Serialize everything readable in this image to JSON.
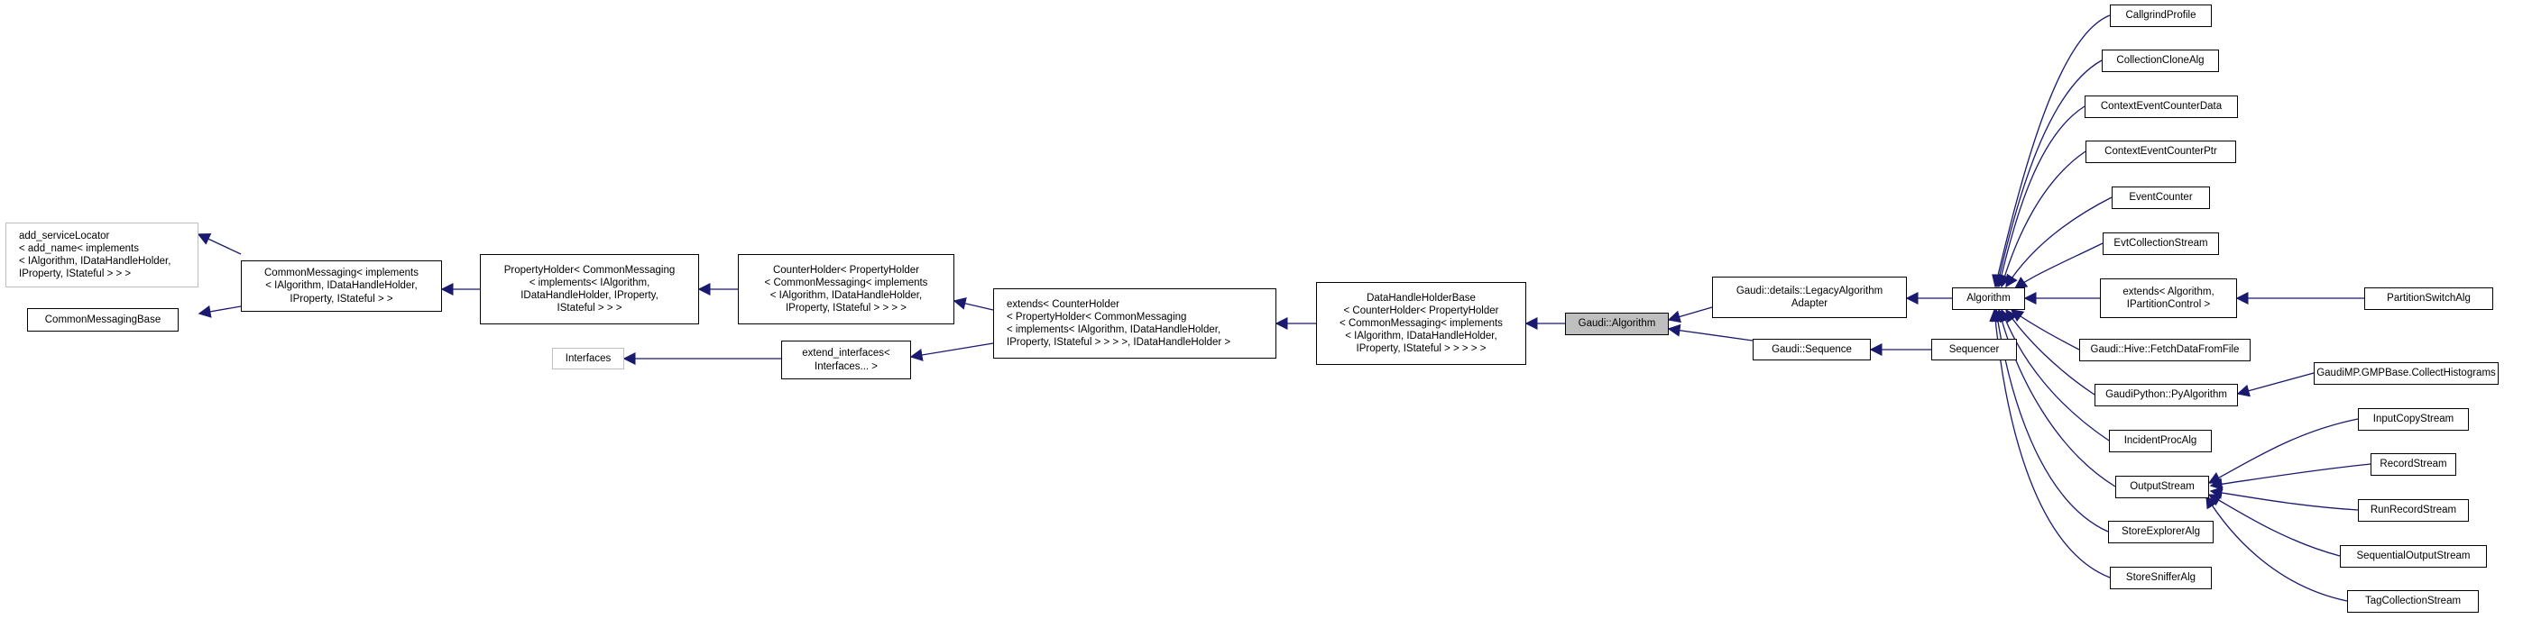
{
  "colors": {
    "edge": "#191970",
    "node_border": "#000000",
    "external_border": "#bfbfbf",
    "current_fill": "#bfbfbf"
  },
  "nodes": {
    "add_service_locator": "add_serviceLocator\n< add_name< implements\n< IAlgorithm, IDataHandleHolder,\nIProperty, IStateful > > >",
    "common_messaging_base": "CommonMessagingBase",
    "common_messaging": "CommonMessaging< implements\n< IAlgorithm, IDataHandleHolder,\nIProperty, IStateful > >",
    "property_holder": "PropertyHolder< CommonMessaging\n< implements< IAlgorithm,\nIDataHandleHolder, IProperty,\nIStateful > > >",
    "counter_holder": "CounterHolder< PropertyHolder\n< CommonMessaging< implements\n< IAlgorithm, IDataHandleHolder,\nIProperty, IStateful > > > >",
    "interfaces": "Interfaces",
    "extend_interfaces": "extend_interfaces<\nInterfaces... >",
    "extends_counter_holder": "extends< CounterHolder\n< PropertyHolder< CommonMessaging\n< implements< IAlgorithm, IDataHandleHolder,\nIProperty, IStateful > > > >, IDataHandleHolder >",
    "data_handle_holder_base": "DataHandleHolderBase\n< CounterHolder< PropertyHolder\n< CommonMessaging< implements\n< IAlgorithm, IDataHandleHolder,\nIProperty, IStateful > > > > >",
    "gaudi_algorithm": "Gaudi::Algorithm",
    "legacy_algorithm_adapter": "Gaudi::details::LegacyAlgorithm\nAdapter",
    "gaudi_sequence": "Gaudi::Sequence",
    "sequencer": "Sequencer",
    "algorithm": "Algorithm",
    "callgrind_profile": "CallgrindProfile",
    "collection_clone_alg": "CollectionCloneAlg",
    "context_event_counter_data": "ContextEventCounterData",
    "context_event_counter_ptr": "ContextEventCounterPtr",
    "event_counter": "EventCounter",
    "evt_collection_stream": "EvtCollectionStream",
    "extends_algorithm": "extends< Algorithm,\nIPartitionControl >",
    "partition_switch_alg": "PartitionSwitchAlg",
    "fetch_data_from_file": "Gaudi::Hive::FetchDataFromFile",
    "py_algorithm": "GaudiPython::PyAlgorithm",
    "collect_histograms": "GaudiMP.GMPBase.CollectHistograms",
    "incident_proc_alg": "IncidentProcAlg",
    "output_stream": "OutputStream",
    "input_copy_stream": "InputCopyStream",
    "record_stream": "RecordStream",
    "run_record_stream": "RunRecordStream",
    "sequential_output_stream": "SequentialOutputStream",
    "tag_collection_stream": "TagCollectionStream",
    "store_explorer_alg": "StoreExplorerAlg",
    "store_sniffer_alg": "StoreSnifferAlg"
  }
}
